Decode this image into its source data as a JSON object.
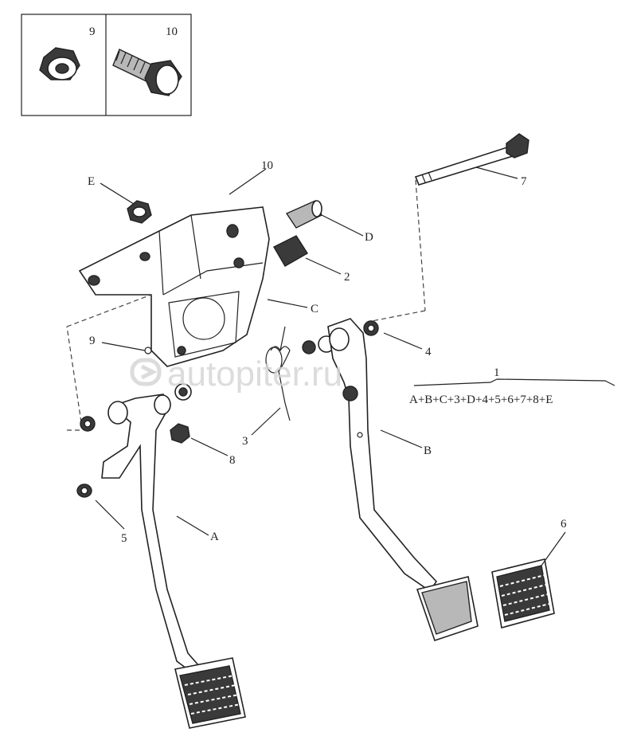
{
  "inset": {
    "nut_label": "9",
    "bolt_label": "10"
  },
  "callouts": {
    "E": "E",
    "ten": "10",
    "seven": "7",
    "D": "D",
    "two": "2",
    "C": "C",
    "nine": "9",
    "four": "4",
    "one": "1",
    "three": "3",
    "eight": "8",
    "B": "B",
    "five": "5",
    "A": "A",
    "six": "6"
  },
  "assembly_formula": "A+B+C+3+D+4+5+6+7+8+E",
  "watermark": "autopiter.ru"
}
